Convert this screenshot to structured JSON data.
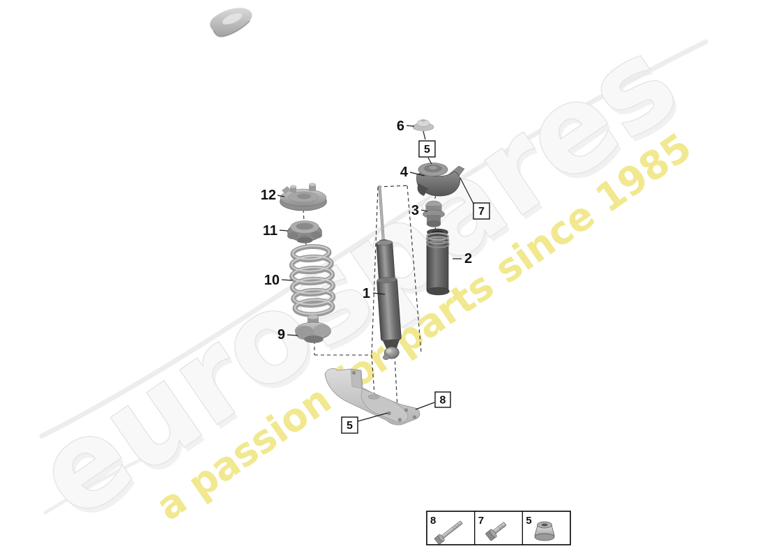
{
  "page": {
    "background": "#ffffff"
  },
  "watermark": {
    "brand_text": "eurospares",
    "tagline_text": "a passion for parts since 1985",
    "brand_fill": "#f8f8f8",
    "brand_outline": "#e2e2e2",
    "tagline_color": "#f1e88f"
  },
  "callouts": {
    "n1": "1",
    "n2": "2",
    "n3": "3",
    "n4": "4",
    "n6": "6",
    "n9": "9",
    "n10": "10",
    "n11": "11",
    "n12": "12",
    "b5_upper": "5",
    "b7": "7",
    "b8": "8",
    "b5_lower": "5"
  },
  "legend": {
    "items": [
      {
        "number": "8",
        "icon": "long-bolt-icon"
      },
      {
        "number": "7",
        "icon": "short-bolt-icon"
      },
      {
        "number": "5",
        "icon": "flange-nut-icon"
      }
    ]
  },
  "colors": {
    "line": "#1a1a1a",
    "part_dark": "#4f4f4f",
    "part_mid": "#8f8f8f",
    "part_light": "#c9c9c9"
  }
}
